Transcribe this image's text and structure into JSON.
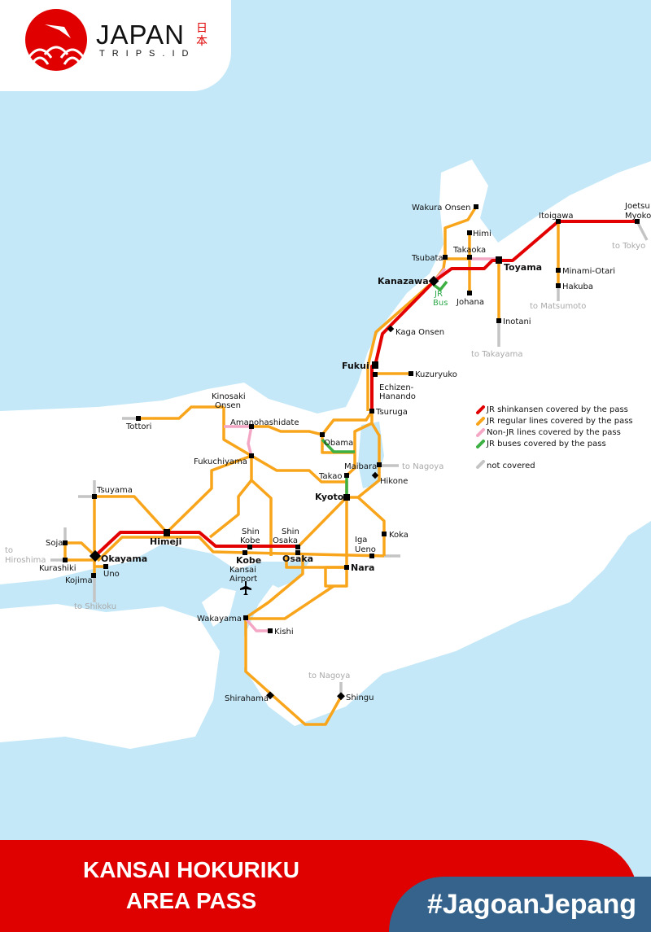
{
  "logo": {
    "name": "JAPAN",
    "sub": "TRIPS.ID",
    "kanji": "日本"
  },
  "banner": {
    "title_line1": "KANSAI HOKURIKU",
    "title_line2": "AREA PASS",
    "hashtag": "#JagoanJepang"
  },
  "legend": [
    {
      "label": "JR shinkansen covered by the pass",
      "color": "#e20000"
    },
    {
      "label": "JR regular lines covered by the pass",
      "color": "#f8a51b"
    },
    {
      "label": "Non-JR lines covered by the pass",
      "color": "#f4a7c4"
    },
    {
      "label": "JR buses covered by the pass",
      "color": "#3cb043"
    },
    {
      "label": "not covered",
      "color": "#c4c4c4"
    }
  ],
  "stations": {
    "wakura_onsen": "Wakura Onsen",
    "himi": "Himi",
    "takaoka": "Takaoka",
    "tsubata": "Tsubata",
    "toyama": "Toyama",
    "itoigawa": "Itoigawa",
    "joetsu1": "Joetsu",
    "joetsu2": "Myoko",
    "minami_otari": "Minami-Otari",
    "hakuba": "Hakuba",
    "kanazawa": "Kanazawa",
    "jr_bus1": "JR",
    "jr_bus2": "Bus",
    "johana": "Johana",
    "inotani": "Inotani",
    "kaga_onsen": "Kaga Onsen",
    "fukui": "Fukui",
    "kuzuryuko": "Kuzuryuko",
    "echizen1": "Echizen-",
    "echizen2": "Hanando",
    "tsuruga": "Tsuruga",
    "kinosaki1": "Kinosaki",
    "kinosaki2": "Onsen",
    "tottori": "Tottori",
    "amanohashidate": "Amanohashidate",
    "obama": "Obama",
    "fukuchiyama": "Fukuchiyama",
    "maibara": "Maibara",
    "hikone": "Hikone",
    "takao": "Takao",
    "kyoto": "Kyoto",
    "tsuyama": "Tsuyama",
    "himeji": "Himeji",
    "shinkobe1": "Shin",
    "shinkobe2": "Kobe",
    "kobe": "Kobe",
    "shinosaka1": "Shin",
    "shinosaka2": "Osaka",
    "osaka": "Osaka",
    "iga1": "Iga",
    "iga2": "Ueno",
    "koka": "Koka",
    "nara": "Nara",
    "soja": "Soja",
    "okayama": "Okayama",
    "kurashiki": "Kurashiki",
    "uno": "Uno",
    "kojima": "Kojima",
    "kansai1": "Kansai",
    "kansai2": "Airport",
    "wakayama": "Wakayama",
    "kishi": "Kishi",
    "shirahama": "Shirahama",
    "shingu": "Shingu"
  },
  "destinations": {
    "tokyo": "to Tokyo",
    "matsumoto": "to Matsumoto",
    "takayama": "to Takayama",
    "nagoya_east": "to Nagoya",
    "nagoya_south": "to Nagoya",
    "shikoku": "to Shikoku",
    "hiroshima1": "to",
    "hiroshima2": "Hiroshima"
  }
}
